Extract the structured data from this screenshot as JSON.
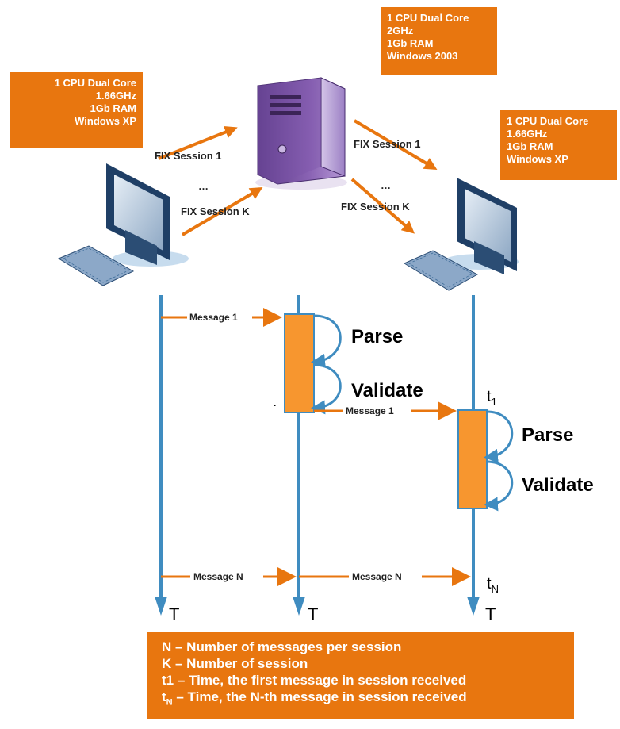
{
  "colors": {
    "accent": "#E8760F",
    "timeline": "#3F8CC0",
    "block": "#F7962F"
  },
  "specs": {
    "left": [
      "1 CPU Dual Core",
      "1.66GHz",
      "1Gb RAM",
      "Windows XP"
    ],
    "server": [
      "1 CPU Dual Core",
      "2GHz",
      "1Gb RAM",
      "Windows 2003"
    ],
    "right": [
      "1 CPU Dual Core",
      "1.66GHz",
      "1Gb RAM",
      "Windows XP"
    ]
  },
  "sessions": {
    "left_first": "FIX Session 1",
    "left_ellipsis": "…",
    "left_last": "FIX Session K",
    "right_first": "FIX Session 1",
    "right_ellipsis": "…",
    "right_last": "FIX Session K"
  },
  "sequence": {
    "msg1_left": "Message 1",
    "msg1_right": "Message 1",
    "msgN_left": "Message N",
    "msgN_right": "Message N",
    "server_parse": "Parse",
    "server_validate": "Validate",
    "server_dot": ".",
    "client_parse": "Parse",
    "client_validate": "Validate",
    "t1_main": "t",
    "t1_sub": "1",
    "tN_main": "t",
    "tN_sub": "N",
    "axis_label": "T"
  },
  "legend": {
    "line1": "N – Number of messages per session",
    "line2": "K – Number of session",
    "line3": "t1 – Time, the first message in session received",
    "line4_sym": "t",
    "line4_sub": "N",
    "line4_rest": " – Time, the N-th message in session received"
  }
}
